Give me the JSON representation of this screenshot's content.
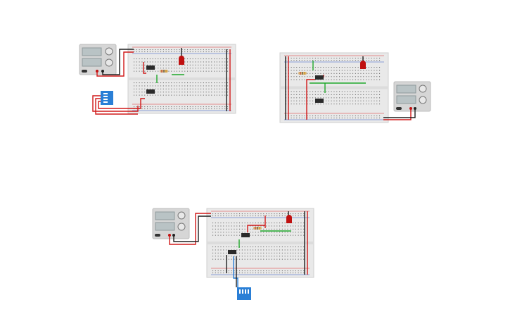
{
  "colors": {
    "canvas_bg": "#ffffff",
    "breadboard": "#e9e9e9",
    "breadboard_edge": "#cfcfcf",
    "hole": "#6e6e6e",
    "rail_red": "#e03030",
    "rail_blue": "#2f58c8",
    "wire_red": "#d01818",
    "wire_black": "#1e1e1e",
    "wire_green": "#1fa82a",
    "psu_body": "#d6d6d6",
    "psu_display": "#b9c3c5",
    "chip": "#2a2a2a",
    "led": "#c01010",
    "dip_switch": "#2a7fd6",
    "resistor": "#d9b77b"
  },
  "circuits": [
    {
      "id": "circuit-1",
      "components": [
        "power-supply",
        "breadboard",
        "dip-switch",
        "ic-chip",
        "ic-chip",
        "resistor",
        "led"
      ]
    },
    {
      "id": "circuit-2",
      "components": [
        "breadboard",
        "power-supply",
        "ic-chip",
        "ic-chip",
        "resistor",
        "led"
      ]
    },
    {
      "id": "circuit-3",
      "components": [
        "power-supply",
        "breadboard",
        "dip-switch",
        "ic-chip",
        "ic-chip",
        "resistor",
        "led"
      ]
    }
  ]
}
